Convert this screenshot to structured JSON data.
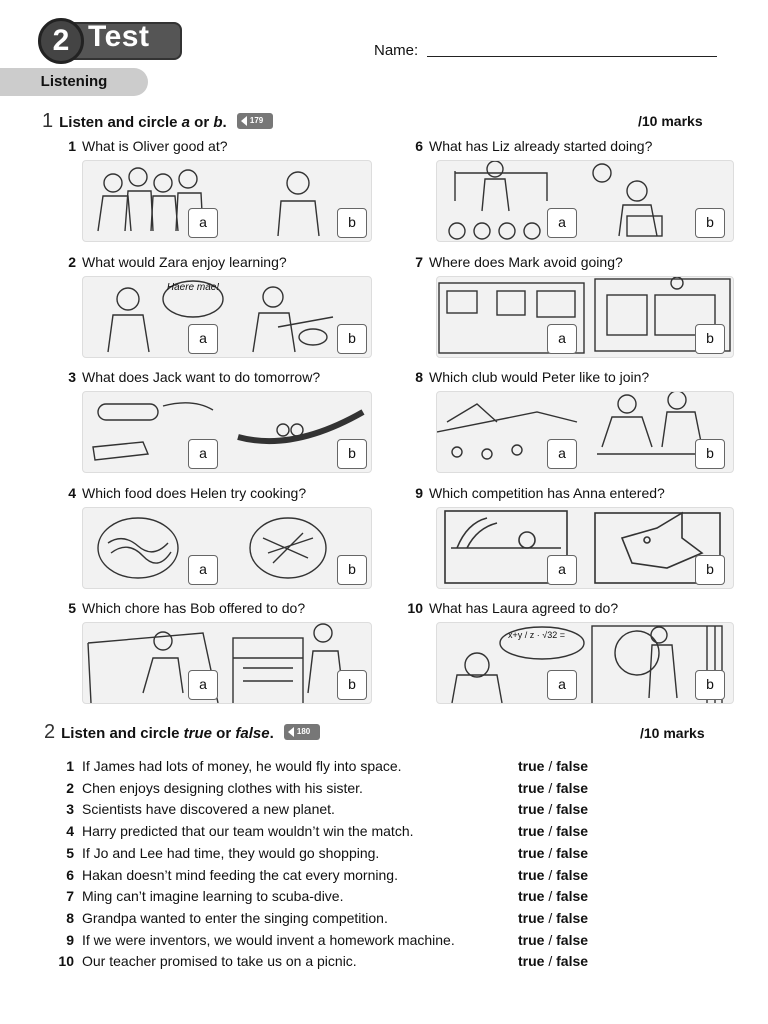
{
  "header": {
    "number": "2",
    "title": "Test",
    "name_label": "Name:"
  },
  "section": "Listening",
  "ex1": {
    "num": "1",
    "title_start": "Listen and circle ",
    "title_a": "a",
    "title_or": " or ",
    "title_b": "b",
    "title_end": ".",
    "audio": "179",
    "marks": "/10 marks",
    "option_a": "a",
    "option_b": "b",
    "questions": [
      {
        "n": "1",
        "text": "What is Oliver good at?"
      },
      {
        "n": "2",
        "text": "What would Zara enjoy learning?"
      },
      {
        "n": "3",
        "text": "What does Jack want to do tomorrow?"
      },
      {
        "n": "4",
        "text": "Which food does Helen try cooking?"
      },
      {
        "n": "5",
        "text": "Which chore has Bob offered to do?"
      },
      {
        "n": "6",
        "text": "What has Liz already started doing?"
      },
      {
        "n": "7",
        "text": "Where does Mark avoid going?"
      },
      {
        "n": "8",
        "text": "Which club would Peter like to join?"
      },
      {
        "n": "9",
        "text": "Which competition has Anna entered?"
      },
      {
        "n": "10",
        "text": "What has Laura agreed to do?"
      }
    ],
    "illustration_text": {
      "speech_bubble": "Haere mae!",
      "board": "x+y / z · √32 ="
    }
  },
  "ex2": {
    "num": "2",
    "title_start": "Listen and circle ",
    "title_true": "true",
    "title_or": " or ",
    "title_false": "false",
    "title_end": ".",
    "audio": "180",
    "marks": "/10 marks",
    "true_word": "true",
    "slash": " / ",
    "false_word": "false",
    "items": [
      {
        "n": "1",
        "text": "If James had lots of money, he would fly into space."
      },
      {
        "n": "2",
        "text": "Chen enjoys designing clothes with his sister."
      },
      {
        "n": "3",
        "text": "Scientists have discovered a new planet."
      },
      {
        "n": "4",
        "text": "Harry predicted that our team wouldn’t win the match."
      },
      {
        "n": "5",
        "text": "If Jo and Lee had time, they would go shopping."
      },
      {
        "n": "6",
        "text": "Hakan doesn’t mind feeding the cat every morning."
      },
      {
        "n": "7",
        "text": "Ming can’t imagine learning to scuba-dive."
      },
      {
        "n": "8",
        "text": "Grandpa wanted to enter the singing competition."
      },
      {
        "n": "9",
        "text": "If we were inventors, we would invent a homework machine."
      },
      {
        "n": "10",
        "text": "Our teacher promised to take us on a picnic."
      }
    ]
  }
}
